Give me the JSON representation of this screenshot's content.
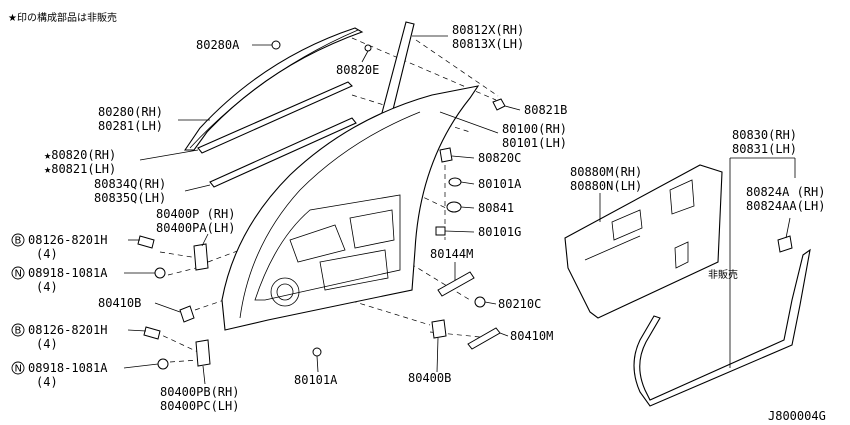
{
  "note": "★印の構成部品は非販売",
  "diagram_code": "J800004G",
  "not_for_sale": "非販売",
  "labels": {
    "p80280A": "80280A",
    "p80820E": "80820E",
    "p80812X": "80812X(RH)",
    "p80813X": "80813X(LH)",
    "p80821B": "80821B",
    "p80280": "80280(RH)",
    "p80281": "80281(LH)",
    "p80100": "80100(RH)",
    "p80101": "80101(LH)",
    "p80820": "★80820(RH)",
    "p80821": "★80821(LH)",
    "p80820C": "80820C",
    "p80834Q": "80834Q(RH)",
    "p80835Q": "80835Q(LH)",
    "p80101A_top": "80101A",
    "p80841": "80841",
    "p80400P": "80400P (RH)",
    "p80400PA": "80400PA(LH)",
    "p80101G": "80101G",
    "b1_num": "08126-8201H",
    "b1_qty": "(4)",
    "n1_num": "08918-1081A",
    "n1_qty": "(4)",
    "p80144M": "80144M",
    "p80410B": "80410B",
    "p80210C": "80210C",
    "b2_num": "08126-8201H",
    "b2_qty": "(4)",
    "p80410M": "80410M",
    "n2_num": "08918-1081A",
    "n2_qty": "(4)",
    "p80101A_bot": "80101A",
    "p80400B": "80400B",
    "p80400PB": "80400PB(RH)",
    "p80400PC": "80400PC(LH)",
    "p80880M": "80880M(RH)",
    "p80880N": "80880N(LH)",
    "p80830": "80830(RH)",
    "p80831": "80831(LH)",
    "p80824A": "80824A (RH)",
    "p80824AA": "80824AA(LH)",
    "circle_b": "B",
    "circle_n": "N"
  }
}
